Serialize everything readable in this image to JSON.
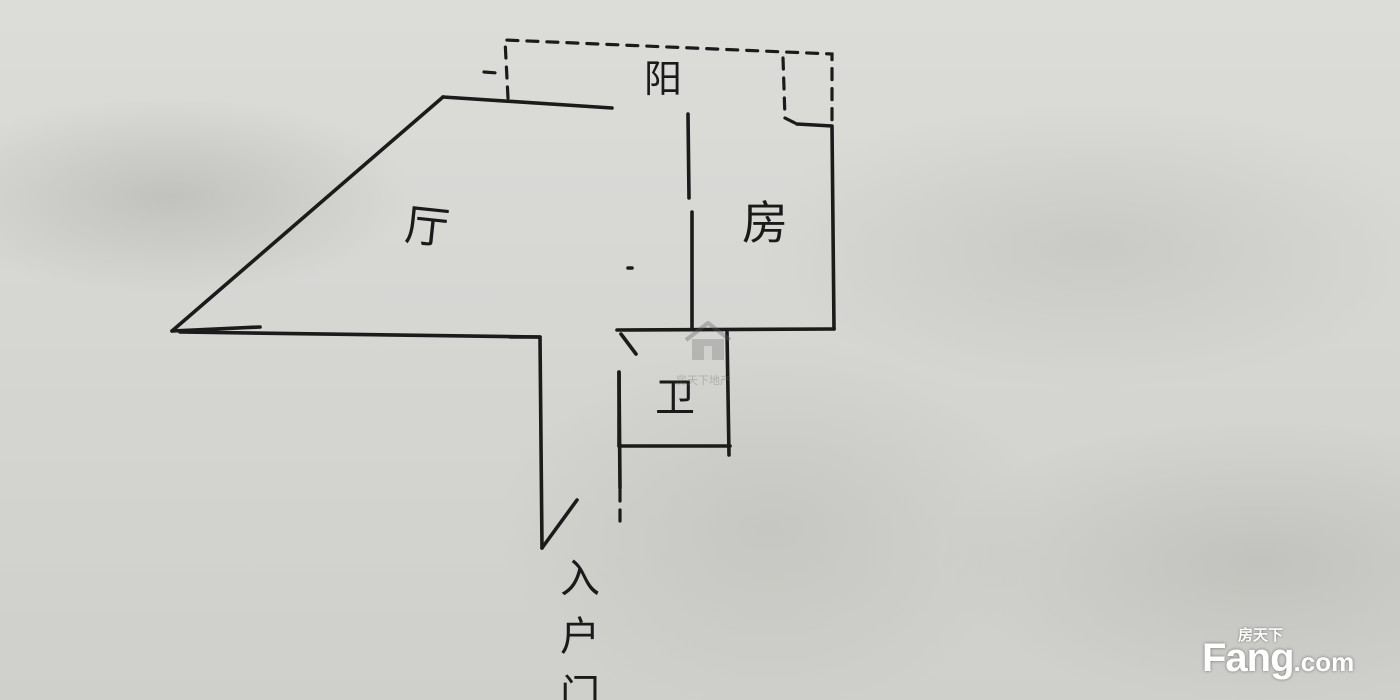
{
  "floor_plan": {
    "rooms": {
      "balcony": "阳",
      "living_room": "厅",
      "bedroom": "房",
      "bathroom": "卫",
      "entrance": "入户门"
    }
  },
  "watermark": {
    "center_text": "房天下地产",
    "brand_top": "房天下",
    "brand_main": "Fang",
    "brand_suffix": ".com",
    "brand_color": "#ffffff"
  }
}
